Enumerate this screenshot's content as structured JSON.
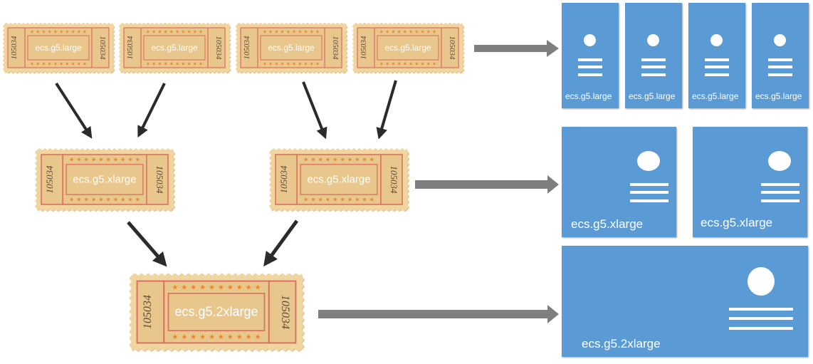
{
  "tickets": {
    "serial": "105034",
    "row1": [
      "ecs.g5.large",
      "ecs.g5.large",
      "ecs.g5.large",
      "ecs.g5.large"
    ],
    "row2": [
      "ecs.g5.xlarge",
      "ecs.g5.xlarge"
    ],
    "row3": [
      "ecs.g5.2xlarge"
    ]
  },
  "instances": {
    "large": [
      "ecs.g5.large",
      "ecs.g5.large",
      "ecs.g5.large",
      "ecs.g5.large"
    ],
    "xlarge": [
      "ecs.g5.xlarge",
      "ecs.g5.xlarge"
    ],
    "xxlarge": [
      "ecs.g5.2xlarge"
    ]
  },
  "colors": {
    "ticket_paper": "#f1d5a0",
    "ticket_inner": "#e9c78c",
    "ticket_border": "#d86b5c",
    "ticket_star": "#e7892c",
    "instance_box": "#5b9bd5",
    "arrow_black": "#2b2b2b",
    "arrow_gray": "#7f7f7f"
  },
  "icons": [
    "server-icon",
    "ticket-icon",
    "arrow-icon"
  ]
}
